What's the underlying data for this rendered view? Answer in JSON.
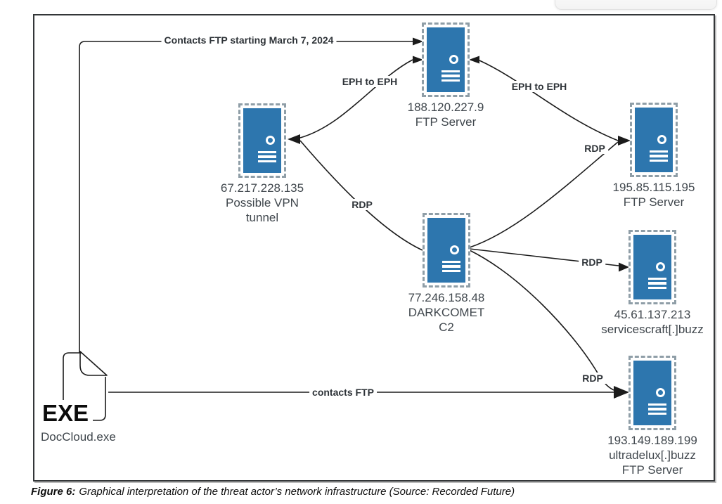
{
  "caption": {
    "prefix": "Figure 6:",
    "text": "Graphical interpretation of the threat actor’s network infrastructure (Source: Recorded Future)"
  },
  "diagram": {
    "nodes": [
      {
        "id": "ftp-server-top",
        "lines": [
          "188.120.227.9",
          "FTP Server"
        ]
      },
      {
        "id": "possible-vpn-tunnel",
        "lines": [
          "67.217.228.135",
          "Possible VPN",
          "tunnel"
        ]
      },
      {
        "id": "darkcomet-c2",
        "lines": [
          "77.246.158.48",
          "DARKCOMET",
          "C2"
        ]
      },
      {
        "id": "ftp-server-right",
        "lines": [
          "195.85.115.195",
          "FTP Server"
        ]
      },
      {
        "id": "servicescraft",
        "lines": [
          "45.61.137.213",
          "servicescraft[.]buzz"
        ]
      },
      {
        "id": "ultradelux",
        "lines": [
          "193.149.189.199",
          "ultradelux[.]buzz",
          "FTP Server"
        ]
      }
    ],
    "edge_labels": {
      "contacts_ftp_start": "Contacts FTP starting March 7, 2024",
      "eph_to_eph_left": "EPH to EPH",
      "eph_to_eph_right": "EPH to EPH",
      "rdp_vpn": "RDP",
      "rdp_ftp_right": "RDP",
      "rdp_servicescraft": "RDP",
      "rdp_ultradelux": "RDP",
      "contacts_ftp": "contacts FTP"
    },
    "exe": {
      "badge": "EXE",
      "filename": "DocCloud.exe"
    }
  },
  "colors": {
    "server_blue": "#2d76ae",
    "server_dashed_border": "#8f9ea7",
    "connector_line": "#1b1b1b",
    "label_text": "#40474d"
  }
}
